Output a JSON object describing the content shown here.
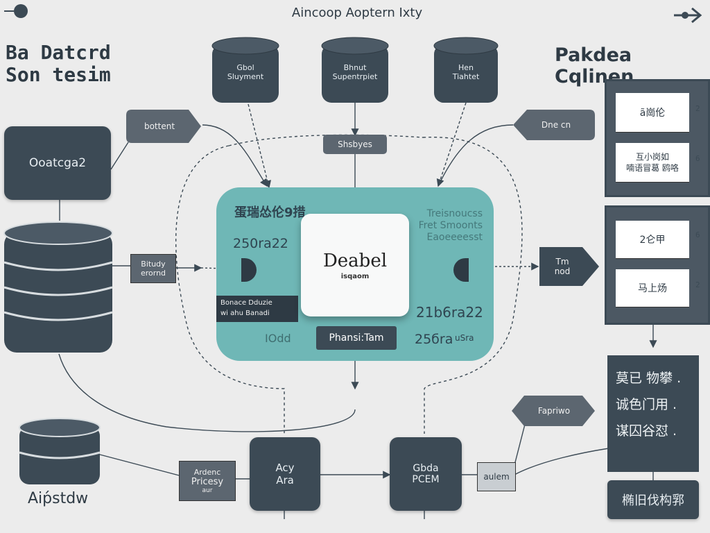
{
  "titles": {
    "top": "Aincoop Aoptern Ixty",
    "left_line1": "Ba Datcrd",
    "left_line2": "Son tesim",
    "right": "Pakdea Cqlinen",
    "bottom_left": "Aiṕstdw"
  },
  "nodes": {
    "db_top_1": {
      "line1": "Gbol",
      "line2": "Sluyment"
    },
    "db_top_2": {
      "line1": "Bhnut",
      "line2": "Supentrpiet"
    },
    "db_top_3": {
      "line1": "Hen",
      "line2": "Tiahtet"
    },
    "left_box": "Ooatcga2",
    "tag_bottent": "bottent",
    "tag_shsbyes": "Shsbyes",
    "tag_dnecn": "Dne cn",
    "tag_bitudy": {
      "line1": "Bitudy",
      "line2": "erornd"
    },
    "tag_tm": {
      "line1": "Tm",
      "line2": "nod"
    },
    "tag_fapriwo": "Fapriwo",
    "tag_aulem": "aulem",
    "tag_pricesy": {
      "line1": "Ardenc",
      "line2": "Pricesy",
      "line3": "aur"
    },
    "box_aqr": {
      "line1": "Acy",
      "line2": "Ara"
    },
    "box_pcem": {
      "line1": "Gbda",
      "line2": "PCEM"
    }
  },
  "core": {
    "hub_title": "Deabel",
    "hub_sub": "isqaom",
    "top_left_cjk": "蛋瑞怂伦9措",
    "left_value": "250ra22",
    "top_right_lines": [
      "Treisnoucss",
      "Fret Smoonts",
      "Eaoeeeesst"
    ],
    "right_value": "21b6ra22",
    "badge_lines": [
      "Bonace  Dduzie",
      "wi ahu  Banadi"
    ],
    "bottom_left_text": "IOdd",
    "button_label": "Phansi:Tam",
    "bottom_right_value": "25бra",
    "bottom_right_small": "uSra"
  },
  "right_panels": {
    "panel_a": [
      {
        "label": "ã崗伦",
        "index": "2"
      },
      {
        "label": "互小岗如\n喃语冒葛 鸥咯",
        "index": "6"
      }
    ],
    "panel_b": [
      {
        "label": "2仑甲",
        "index": "6"
      },
      {
        "label": "马上炀",
        "index": "2"
      }
    ],
    "dark_lines": [
      "莫已 物攀 .",
      "诚色门用 .",
      "谋囚谷怼 ."
    ],
    "footer_box": "椭旧伐构郛"
  },
  "colors": {
    "background": "#ececec",
    "dark": "#3c4a55",
    "teal": "#6fb7b6",
    "tag": "#5c6670"
  },
  "icons": {
    "top_left": "record-dot-icon",
    "top_right": "arrow-right-icon"
  }
}
